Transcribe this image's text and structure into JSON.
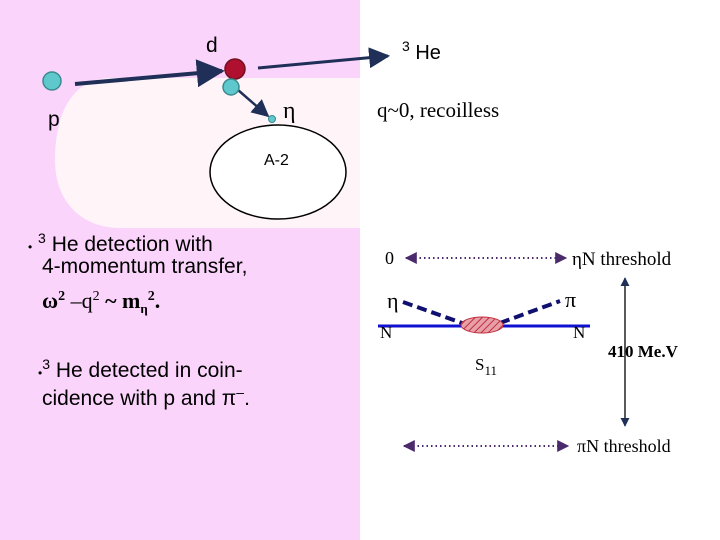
{
  "labels": {
    "d": "d",
    "he3_sup": "3",
    "he3": "He",
    "p": "p",
    "eta": "η",
    "recoil": "q~0, recoilless",
    "a2": "A-2",
    "zero": "0",
    "eta_left": "η",
    "pi_right": "π",
    "n_left": "N",
    "n_right": "N",
    "s": "S",
    "s_sub": "11",
    "energy": "410 Me.V",
    "etan_threshold": "ηN threshold",
    "pin_threshold": "πN threshold"
  },
  "bullets": {
    "b1_mark": "•",
    "b1_sup": "3",
    "b1_line1": "He detection with",
    "b1_line2": "4-momentum transfer,",
    "b1_omega": "ω",
    "b1_sq1": "2",
    "b1_minus_q": " –q",
    "b1_sq2": "2",
    "b1_sim": " ~ m",
    "b1_eta_sub": "η",
    "b1_sq3": "2",
    "b1_dot": ".",
    "b2_mark": "•",
    "b2_sup": "3",
    "b2_line1": "He detected in coin-",
    "b2_line2": "cidence with p and π",
    "b2_minus": "–",
    "b2_dot": "."
  },
  "colors": {
    "left_panel": "#fad4fa",
    "arc_region": "#fff4f8",
    "arrow": "#1f2f57",
    "nucleon": "#5ec8cc",
    "deuteron": "#b01030",
    "nucleon_line": "#1010d0",
    "meson_dash": "#101070",
    "dot_arrow": "#4b2a6b",
    "blob": "#d05060"
  }
}
